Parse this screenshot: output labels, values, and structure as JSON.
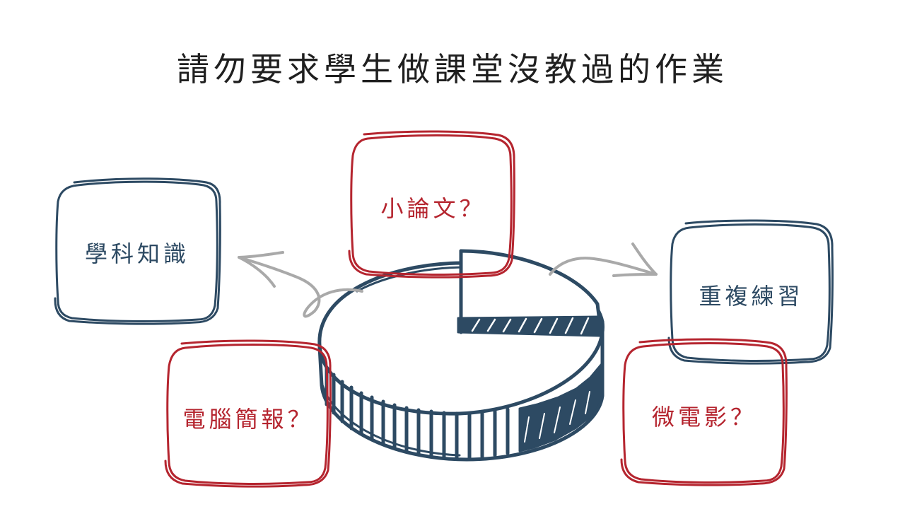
{
  "title": "請勿要求學生做課堂沒教過的作業",
  "boxes": {
    "essay": "小論文？",
    "knowledge": "學科知識",
    "practice": "重複練習",
    "slides": "電腦簡報？",
    "film": "微電影？"
  },
  "colors": {
    "navy": "#2d4a63",
    "red": "#b5252f",
    "gray": "#a9a9a9"
  },
  "icons": [
    "pie-chart-sketch",
    "curved-arrow-left",
    "curved-arrow-right"
  ]
}
